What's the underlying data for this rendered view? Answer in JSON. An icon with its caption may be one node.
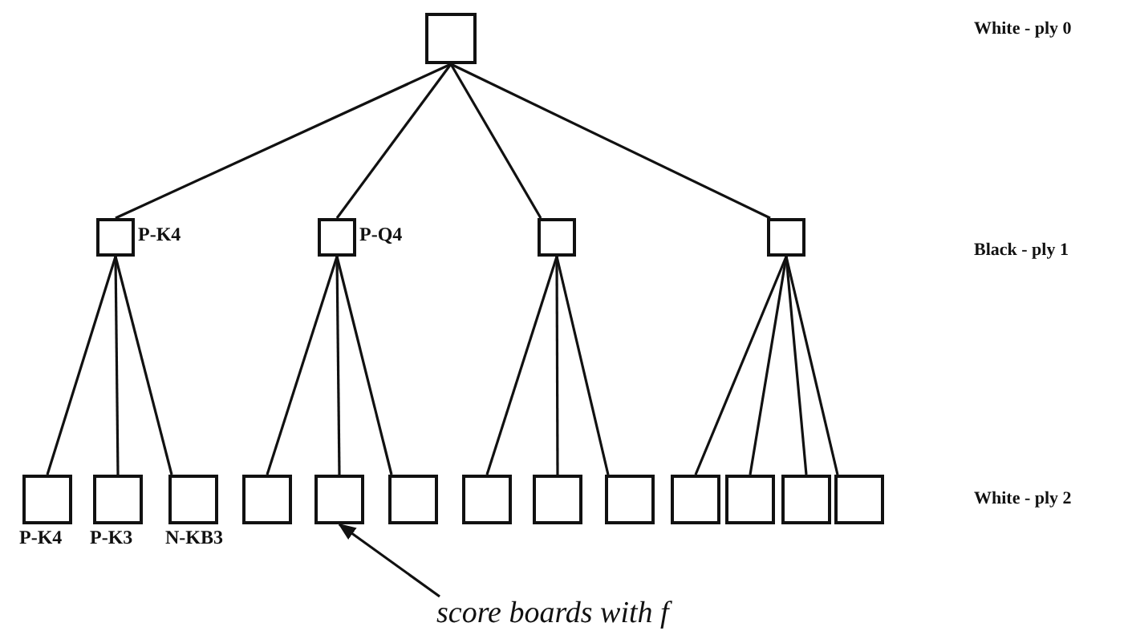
{
  "diagram": {
    "nodes": [
      {
        "text": [],
        "shape": "box"
      },
      {
        "text": [],
        "shape": "box",
        "beside": [
          "P-K4"
        ]
      },
      {
        "text": [],
        "shape": "box",
        "beside": [
          "P-Q4"
        ]
      },
      {
        "text": [],
        "shape": "box"
      },
      {
        "text": [],
        "shape": "box"
      },
      {
        "text": [],
        "shape": "box",
        "beside": [
          "P-K4"
        ]
      },
      {
        "text": [],
        "shape": "box",
        "beside": [
          "P-K3"
        ]
      },
      {
        "text": [],
        "shape": "box",
        "beside": [
          "N-KB3"
        ]
      },
      {
        "text": [],
        "shape": "box"
      },
      {
        "text": [],
        "shape": "box"
      },
      {
        "text": [],
        "shape": "box"
      },
      {
        "text": [],
        "shape": "box"
      },
      {
        "text": [],
        "shape": "box"
      },
      {
        "text": [],
        "shape": "box"
      },
      {
        "text": [],
        "shape": "box"
      },
      {
        "text": [],
        "shape": "box"
      },
      {
        "text": [],
        "shape": "box"
      },
      {
        "text": [],
        "shape": "box"
      },
      {
        "text": [
          "score boards with f"
        ]
      }
    ],
    "edges": [
      {
        "from": 0,
        "to": 1,
        "arrow": "none"
      },
      {
        "from": 0,
        "to": 2,
        "arrow": "none"
      },
      {
        "from": 0,
        "to": 3,
        "arrow": "none"
      },
      {
        "from": 0,
        "to": 4,
        "arrow": "none"
      },
      {
        "from": 1,
        "to": 5,
        "arrow": "none"
      },
      {
        "from": 1,
        "to": 6,
        "arrow": "none"
      },
      {
        "from": 1,
        "to": 7,
        "arrow": "none"
      },
      {
        "from": 2,
        "to": 8,
        "arrow": "none"
      },
      {
        "from": 2,
        "to": 9,
        "arrow": "none"
      },
      {
        "from": 2,
        "to": 10,
        "arrow": "none"
      },
      {
        "from": 3,
        "to": 11,
        "arrow": "none"
      },
      {
        "from": 3,
        "to": 12,
        "arrow": "none"
      },
      {
        "from": 3,
        "to": 13,
        "arrow": "none"
      },
      {
        "from": 4,
        "to": 14,
        "arrow": "none"
      },
      {
        "from": 4,
        "to": 15,
        "arrow": "none"
      },
      {
        "from": 4,
        "to": 16,
        "arrow": "none"
      },
      {
        "from": 4,
        "to": 17,
        "arrow": "none"
      },
      {
        "from": 18,
        "to": 9,
        "arrow": "to"
      }
    ],
    "labels": [
      "White - ply 0",
      "Black - ply 1",
      "White - ply 2"
    ]
  }
}
